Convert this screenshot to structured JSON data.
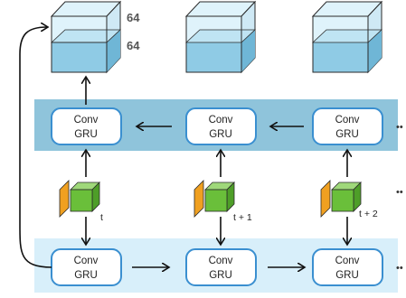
{
  "colors": {
    "cube_top_light": "#cfeef8",
    "cube_front_light": "#bfe4f3",
    "cube_water_front": "#8fcbe5",
    "cube_water_side": "#6fb6d6",
    "cube_outline": "#2a2a2a",
    "upper_band": "#8fc4db",
    "lower_band": "#d8effa",
    "box_border": "#3a8fd0",
    "box_fill": "#ffffff",
    "feat_green": "#6abf3a",
    "feat_green_top": "#9fd87a",
    "feat_orange": "#f0a020",
    "arrow": "#111111"
  },
  "cubes": {
    "top_label": "64",
    "mid_label": "64"
  },
  "upper_row": {
    "boxes": [
      {
        "line1": "Conv",
        "line2": "GRU"
      },
      {
        "line1": "Conv",
        "line2": "GRU"
      },
      {
        "line1": "Conv",
        "line2": "GRU"
      }
    ],
    "ellipsis": "••"
  },
  "features": {
    "labels": [
      "t",
      "t + 1",
      "t + 2"
    ],
    "ellipsis": "••"
  },
  "lower_row": {
    "boxes": [
      {
        "line1": "Conv",
        "line2": "GRU"
      },
      {
        "line1": "Conv",
        "line2": "GRU"
      },
      {
        "line1": "Conv",
        "line2": "GRU"
      }
    ],
    "ellipsis": "••"
  },
  "icons": {
    "cube": "volume-cube-icon",
    "feature": "feature-block-icon",
    "arrow": "arrow-icon"
  }
}
